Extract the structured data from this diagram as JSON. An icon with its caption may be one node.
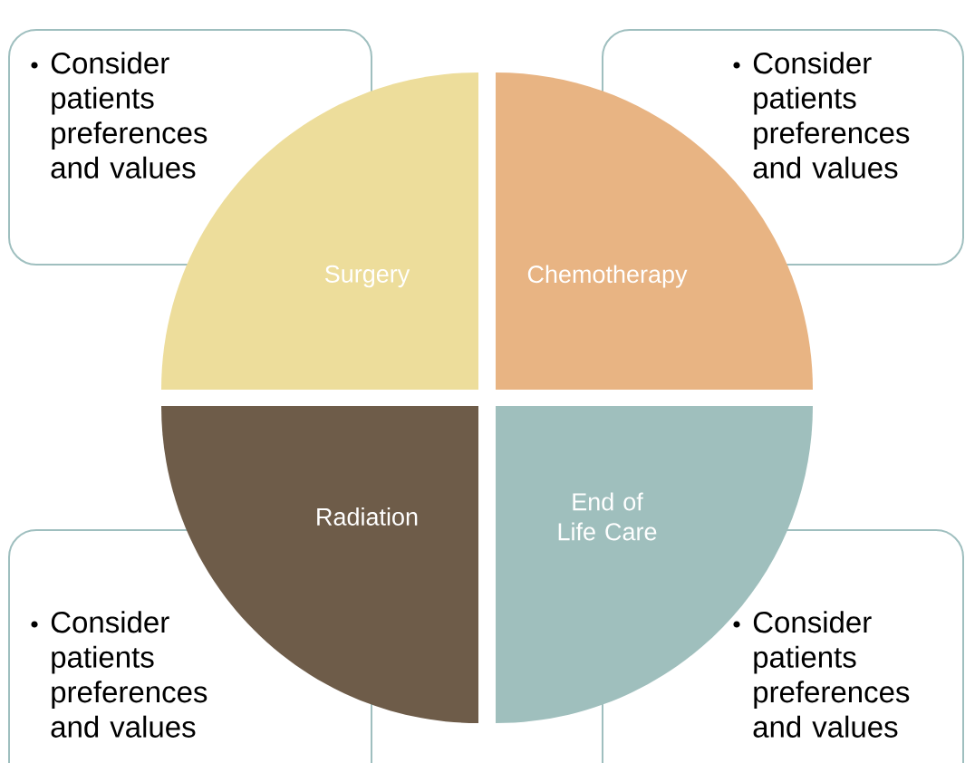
{
  "diagram": {
    "nodes": [
      {
        "text": [
          "Consider patients preferences and values"
        ]
      },
      {
        "text": [
          "Consider patients preferences and values"
        ]
      },
      {
        "text": [
          "Surgery"
        ]
      },
      {
        "text": [
          "Chemotherapy"
        ]
      },
      {
        "text": [
          "Radiation"
        ]
      },
      {
        "text": [
          "End of Life Care"
        ]
      },
      {
        "text": [
          "Consider patients preferences and values"
        ]
      },
      {
        "text": [
          "Consider patients preferences and values"
        ]
      }
    ]
  }
}
